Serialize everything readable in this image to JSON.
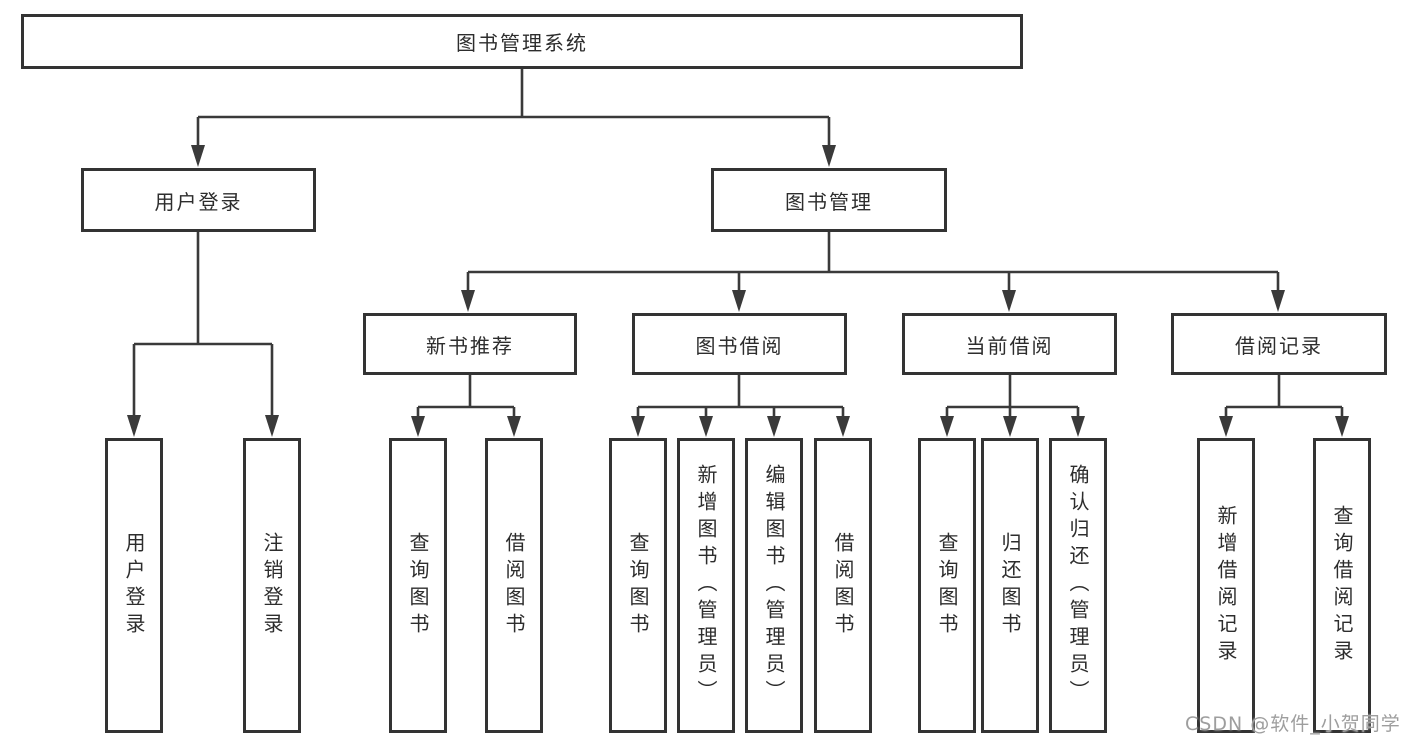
{
  "tree": {
    "label": "图书管理系统",
    "children": [
      {
        "label": "用户登录",
        "children": [
          {
            "label": "用户登录"
          },
          {
            "label": "注销登录"
          }
        ]
      },
      {
        "label": "图书管理",
        "children": [
          {
            "label": "新书推荐",
            "children": [
              {
                "label": "查询图书"
              },
              {
                "label": "借阅图书"
              }
            ]
          },
          {
            "label": "图书借阅",
            "children": [
              {
                "label": "查询图书"
              },
              {
                "label": "新增图书（管理员）"
              },
              {
                "label": "编辑图书（管理员）"
              },
              {
                "label": "借阅图书"
              }
            ]
          },
          {
            "label": "当前借阅",
            "children": [
              {
                "label": "查询图书"
              },
              {
                "label": "归还图书"
              },
              {
                "label": "确认归还（管理员）"
              }
            ]
          },
          {
            "label": "借阅记录",
            "children": [
              {
                "label": "新增借阅记录"
              },
              {
                "label": "查询借阅记录"
              }
            ]
          }
        ]
      }
    ]
  },
  "watermark": {
    "text": "CSDN @软件_小贺同学"
  },
  "colors": {
    "background": "#ffffff",
    "box_border": "#333333",
    "connector_line": "#3a3a3a",
    "text": "#2d2d2d",
    "watermark_text": "#9e9e9e"
  }
}
